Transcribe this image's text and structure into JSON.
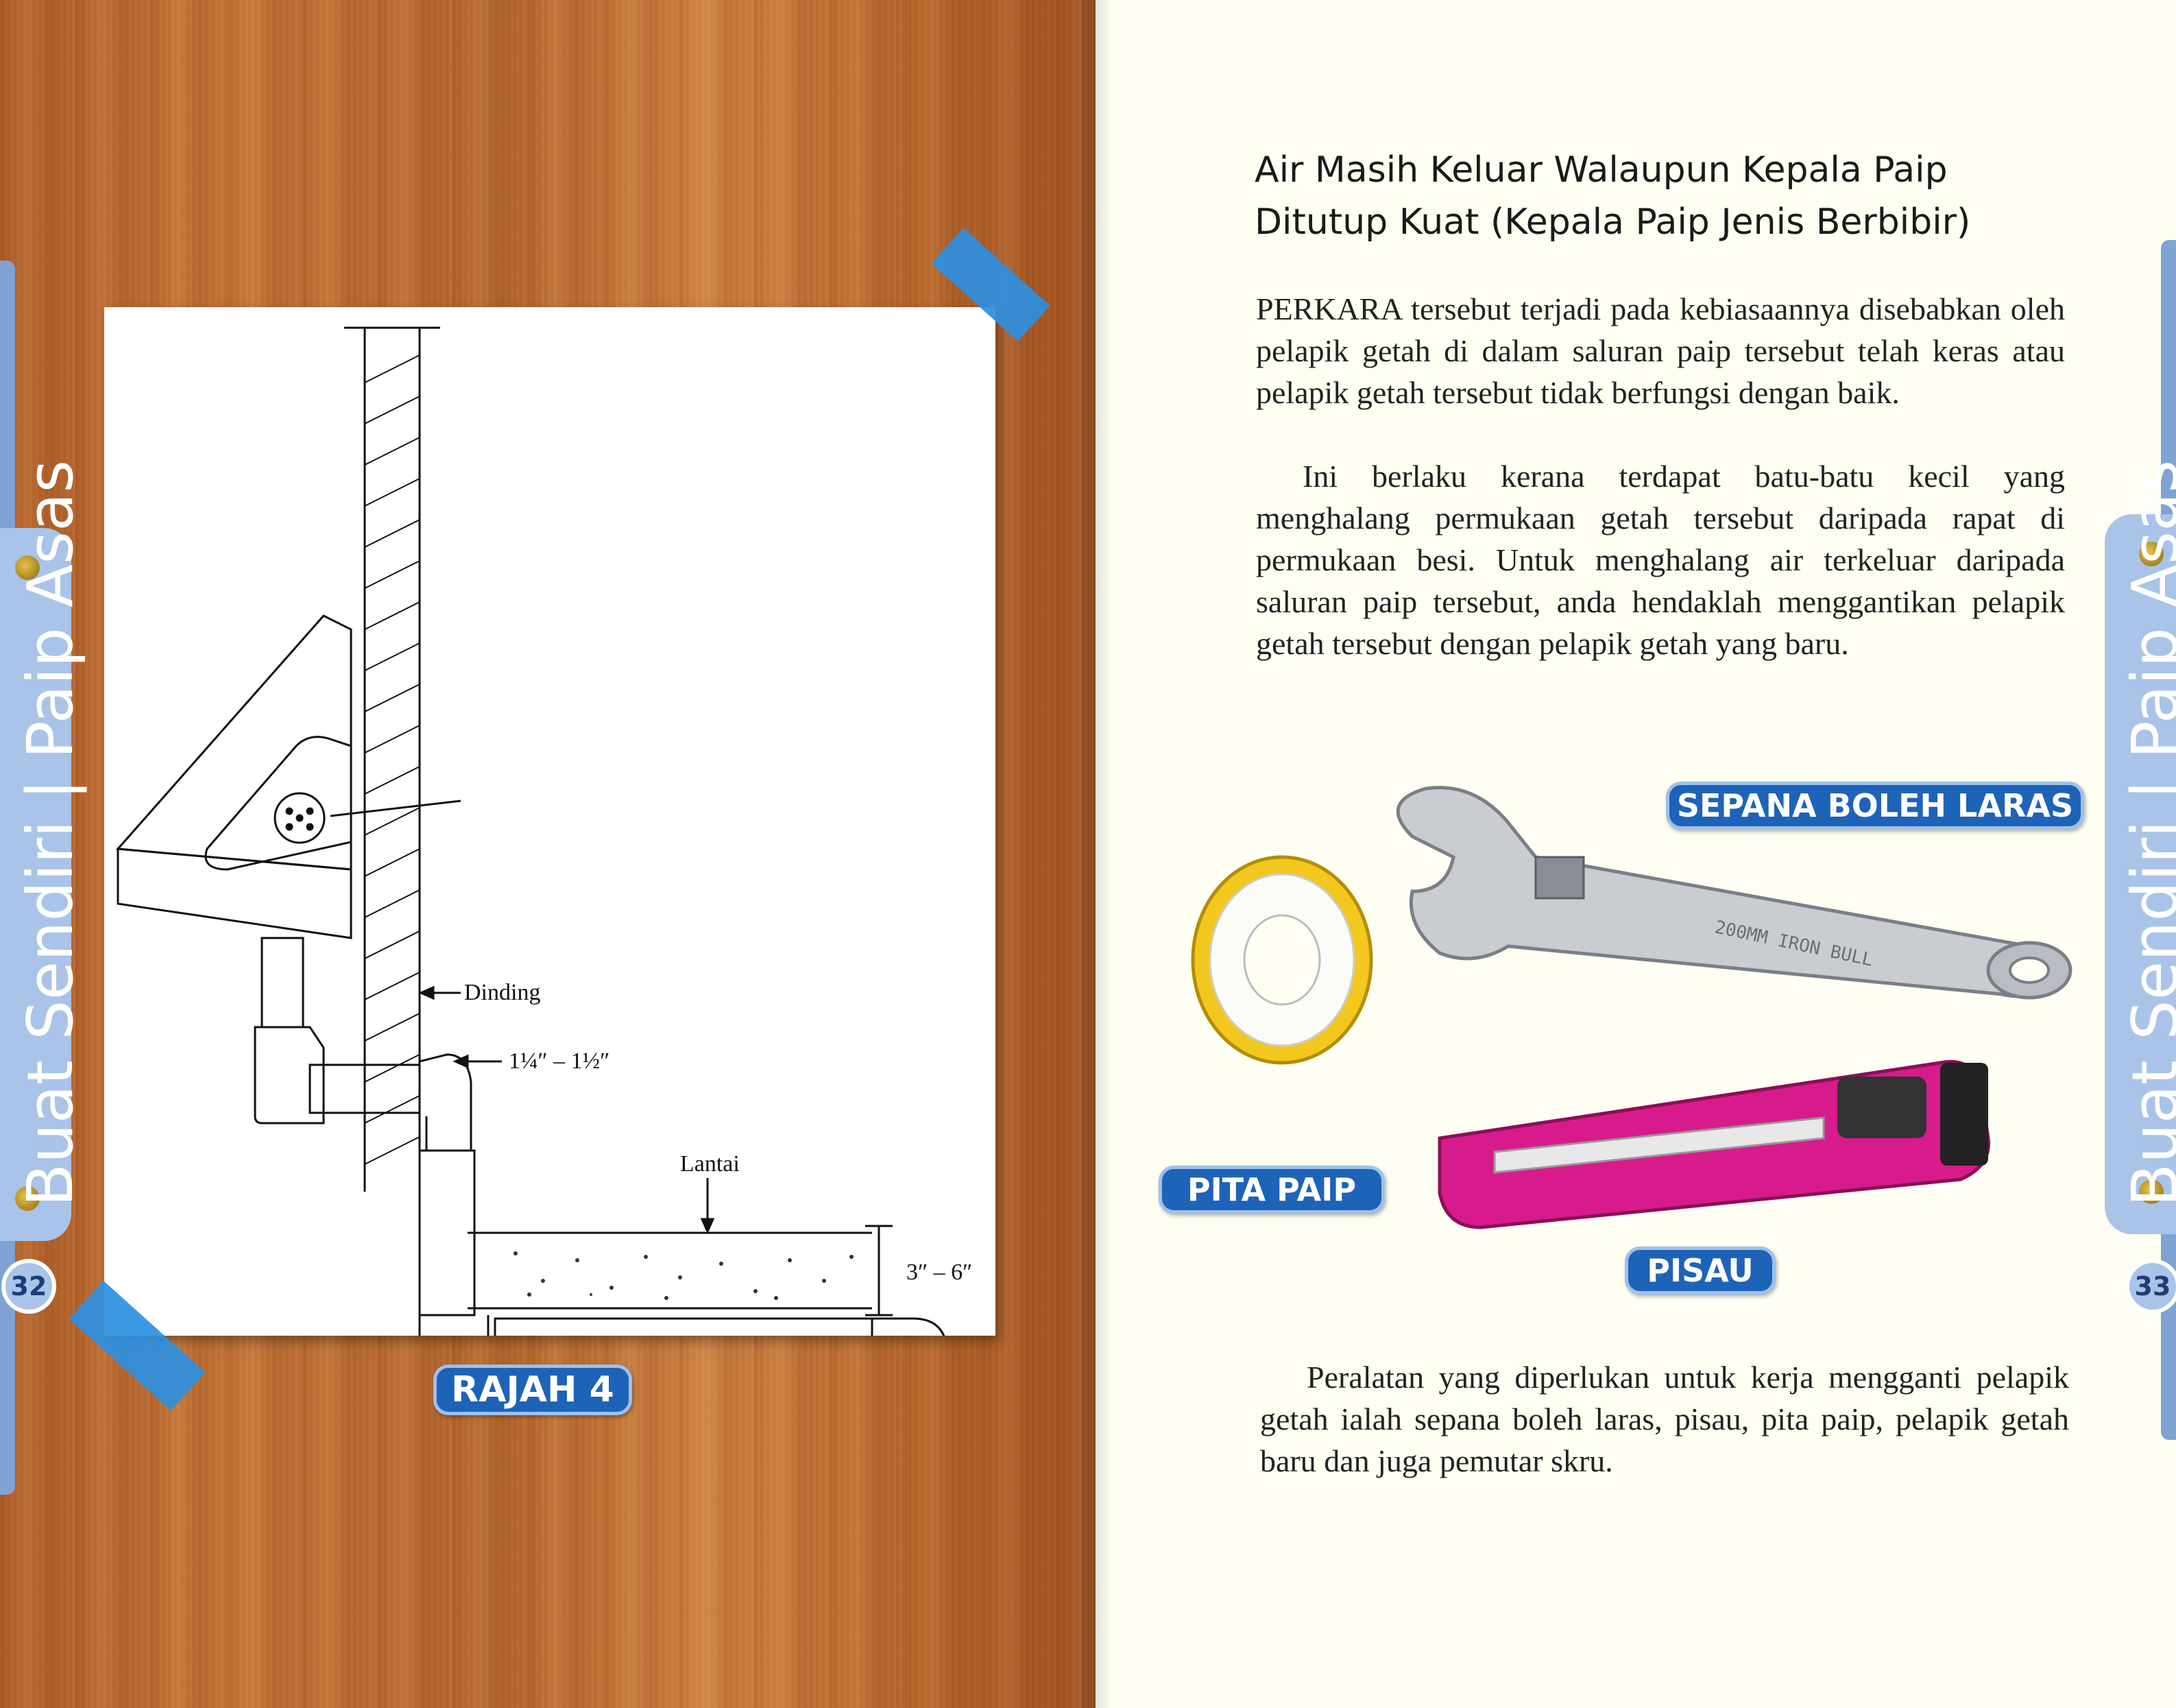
{
  "left_page": {
    "tab_label": "Buat Sendiri | Paip Asas",
    "page_number": "32",
    "figure": {
      "caption": "RAJAH 4",
      "labels": {
        "wall": "Dinding",
        "floor": "Lantai",
        "pipe_size": "1¼″ – 1½″",
        "depth": "3″ – 6″"
      }
    }
  },
  "right_page": {
    "tab_label": "Buat Sendiri | Paip Asas",
    "page_number": "33",
    "heading": "Air Masih Keluar Walaupun Kepala Paip Ditutup Kuat (Kepala Paip Jenis Berbibir)",
    "paragraphs": [
      "PERKARA tersebut terjadi pada kebiasaannya disebabkan oleh pelapik getah di dalam saluran paip tersebut telah keras atau pelapik getah tersebut tidak berfungsi dengan baik.",
      "Ini berlaku kerana terdapat batu-batu kecil yang menghalang permukaan getah tersebut daripada rapat di permukaan besi. Untuk menghalang air terkeluar daripada saluran paip tersebut, anda hendaklah menggantikan pelapik getah tersebut dengan pelapik getah yang baru.",
      "Peralatan yang diperlukan untuk kerja mengganti pelapik getah ialah sepana boleh laras, pisau, pita paip, pelapik getah baru dan juga pemutar skru."
    ],
    "tool_labels": {
      "wrench": "SEPANA BOLEH LARAS",
      "tape": "PITA PAIP",
      "knife": "PISAU"
    },
    "wrench_marking": "200MM IRON BULL"
  },
  "colors": {
    "tab_blue": "#a9c4e8",
    "pill_blue": "#1d63b8",
    "knife_magenta": "#d81b8c",
    "tape_yellow": "#f2c81e"
  }
}
